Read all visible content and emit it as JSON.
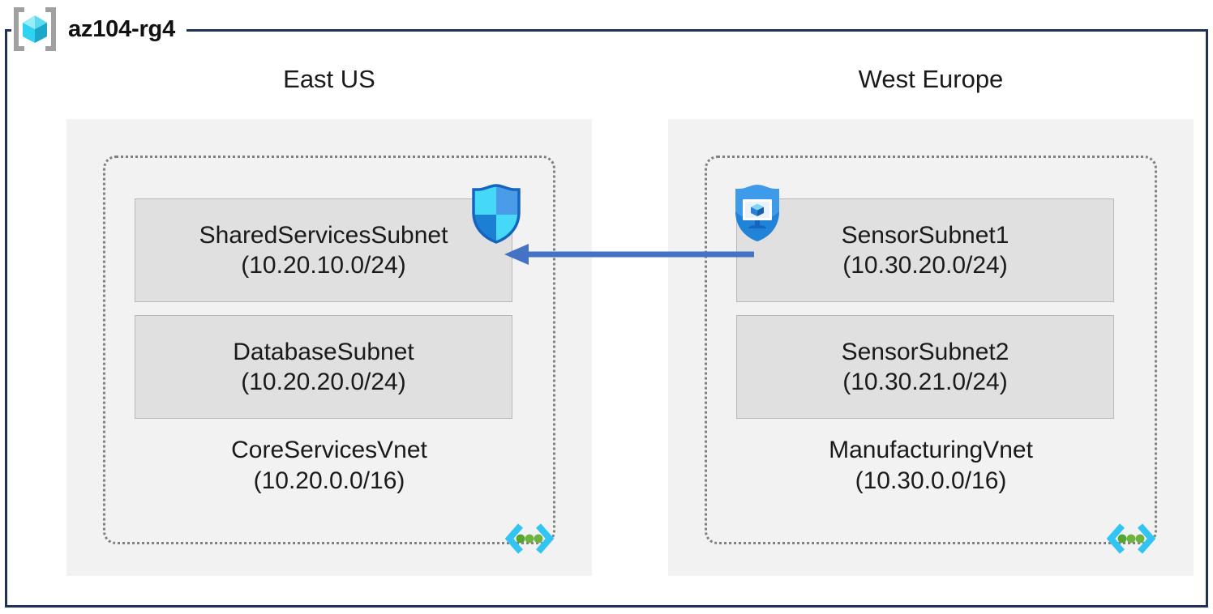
{
  "diagram": {
    "resource_group": {
      "name": "az104-rg4",
      "icon": "resource-group-cube-icon",
      "frame_color": "#1F3255"
    },
    "accent_colors": {
      "arrow": "#4472C4",
      "region_box": "#F2F2F2",
      "subnet_fill": "#E0E0E0",
      "subnet_border": "#B8B8B8",
      "vnet_border": "#808080",
      "cube_cyan": "#7FE3F5",
      "shield_blue": "#1F8BE0"
    },
    "regions": [
      {
        "label": "East US",
        "vnet": {
          "name": "CoreServicesVnet",
          "cidr": "(10.20.0.0/16)",
          "icon": "virtual-network-icon",
          "subnets": [
            {
              "name": "SharedServicesSubnet",
              "cidr": "(10.20.10.0/24)",
              "attached_icon": "network-security-group-shield-icon"
            },
            {
              "name": "DatabaseSubnet",
              "cidr": "(10.20.20.0/24)",
              "attached_icon": null
            }
          ]
        }
      },
      {
        "label": "West Europe",
        "vnet": {
          "name": "ManufacturingVnet",
          "cidr": "(10.30.0.0/16)",
          "icon": "virtual-network-icon",
          "subnets": [
            {
              "name": "SensorSubnet1",
              "cidr": "(10.30.20.0/24)",
              "attached_icon": "application-security-group-shield-icon"
            },
            {
              "name": "SensorSubnet2",
              "cidr": "(10.30.21.0/24)",
              "attached_icon": null
            }
          ]
        }
      }
    ],
    "connections": [
      {
        "name": "vnet-peering-arrow",
        "from": "SensorSubnet1",
        "to": "SharedServicesSubnet",
        "direction": "left",
        "color": "#4472C4"
      }
    ]
  }
}
